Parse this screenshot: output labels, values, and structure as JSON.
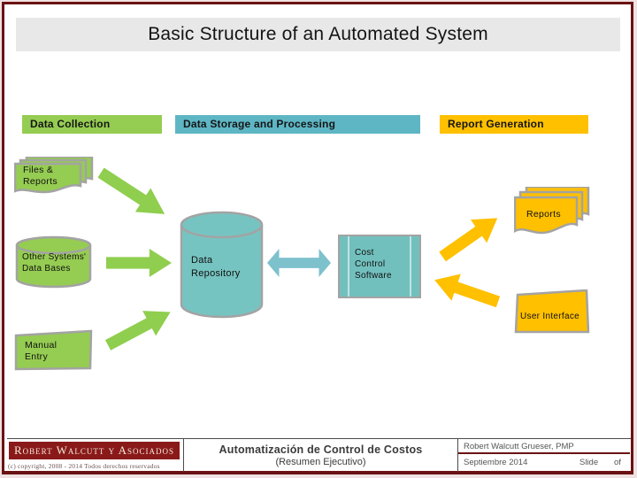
{
  "colors": {
    "maroon": "#6B1214",
    "banner_red": "#8A1A1A",
    "title_bg": "#E8E8E8",
    "green": "#95CC52",
    "green_arrow": "#8FCE4E",
    "teal_bar": "#5EB6C4",
    "teal_cylinder": "#76C4C1",
    "teal_box": "#72C0BE",
    "teal_arrow": "#7DC1CD",
    "yellow": "#FFC000",
    "shape_border": "#A3A3A3"
  },
  "title": "Basic Structure of an Automated System",
  "columns": {
    "data_collection": "Data Collection",
    "data_storage": "Data Storage and Processing",
    "report_generation": "Report Generation"
  },
  "nodes": {
    "files_reports": "Files &\nReports",
    "other_systems": "Other Systems'\nData Bases",
    "manual_entry": "Manual\nEntry",
    "data_repository": "Data\nRepository",
    "cost_control": "Cost\nControl\nSoftware",
    "reports": "Reports",
    "user_interface": "User Interface"
  },
  "footer": {
    "company": "Robert Walcutt y Asociados",
    "copyright": "(c) copyright, 2008 - 2014  Todos derechos reservados",
    "presentation_title": "Automatización de Control de Costos",
    "presentation_subtitle": "(Resumen Ejecutivo)",
    "author": "Robert Walcutt Grueser, PMP",
    "date": "Septiembre 2014",
    "slide_label": "Slide",
    "of_label": "of"
  }
}
